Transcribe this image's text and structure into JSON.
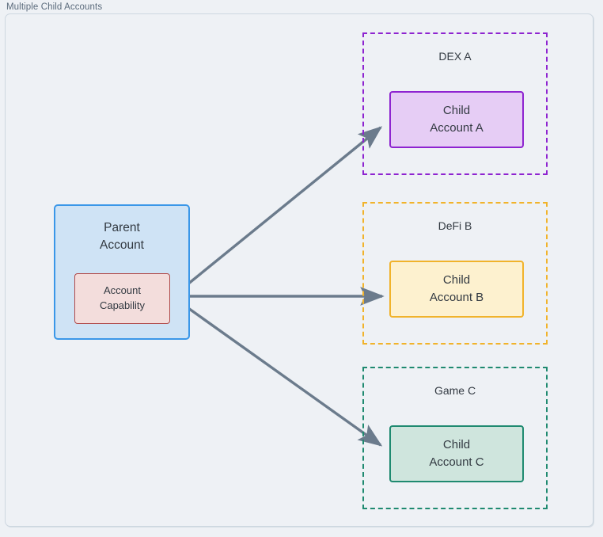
{
  "diagram": {
    "title": "Multiple Child Accounts",
    "background_color": "#eef1f5",
    "frame_border_color": "#cdd7e0",
    "edge_color": "#6b7b8c",
    "text_color": "#333a42"
  },
  "parent": {
    "line1": "Parent",
    "line2": "Account",
    "border_color": "#3a97e8",
    "fill_color": "#cfe3f5"
  },
  "capability": {
    "line1": "Account",
    "line2": "Capability",
    "border_color": "#b04a4a",
    "fill_color": "#f3dddc"
  },
  "clusters": [
    {
      "label": "DEX A",
      "border_color": "#8e24d0",
      "node": {
        "line1": "Child",
        "line2": "Account A",
        "border_color": "#8e24d0",
        "fill_color": "#e6cdf5"
      }
    },
    {
      "label": "DeFi B",
      "border_color": "#f1b32b",
      "node": {
        "line1": "Child",
        "line2": "Account B",
        "border_color": "#f1b32b",
        "fill_color": "#fdf1cf"
      }
    },
    {
      "label": "Game C",
      "border_color": "#1f8a70",
      "node": {
        "line1": "Child",
        "line2": "Account C",
        "border_color": "#1f8a70",
        "fill_color": "#cfe5dd"
      }
    }
  ],
  "edges": [
    {
      "from": "Account Capability",
      "to": "Child Account A",
      "label": ""
    },
    {
      "from": "Account Capability",
      "to": "Child Account B",
      "label": ""
    },
    {
      "from": "Account Capability",
      "to": "Child Account C",
      "label": ""
    }
  ]
}
